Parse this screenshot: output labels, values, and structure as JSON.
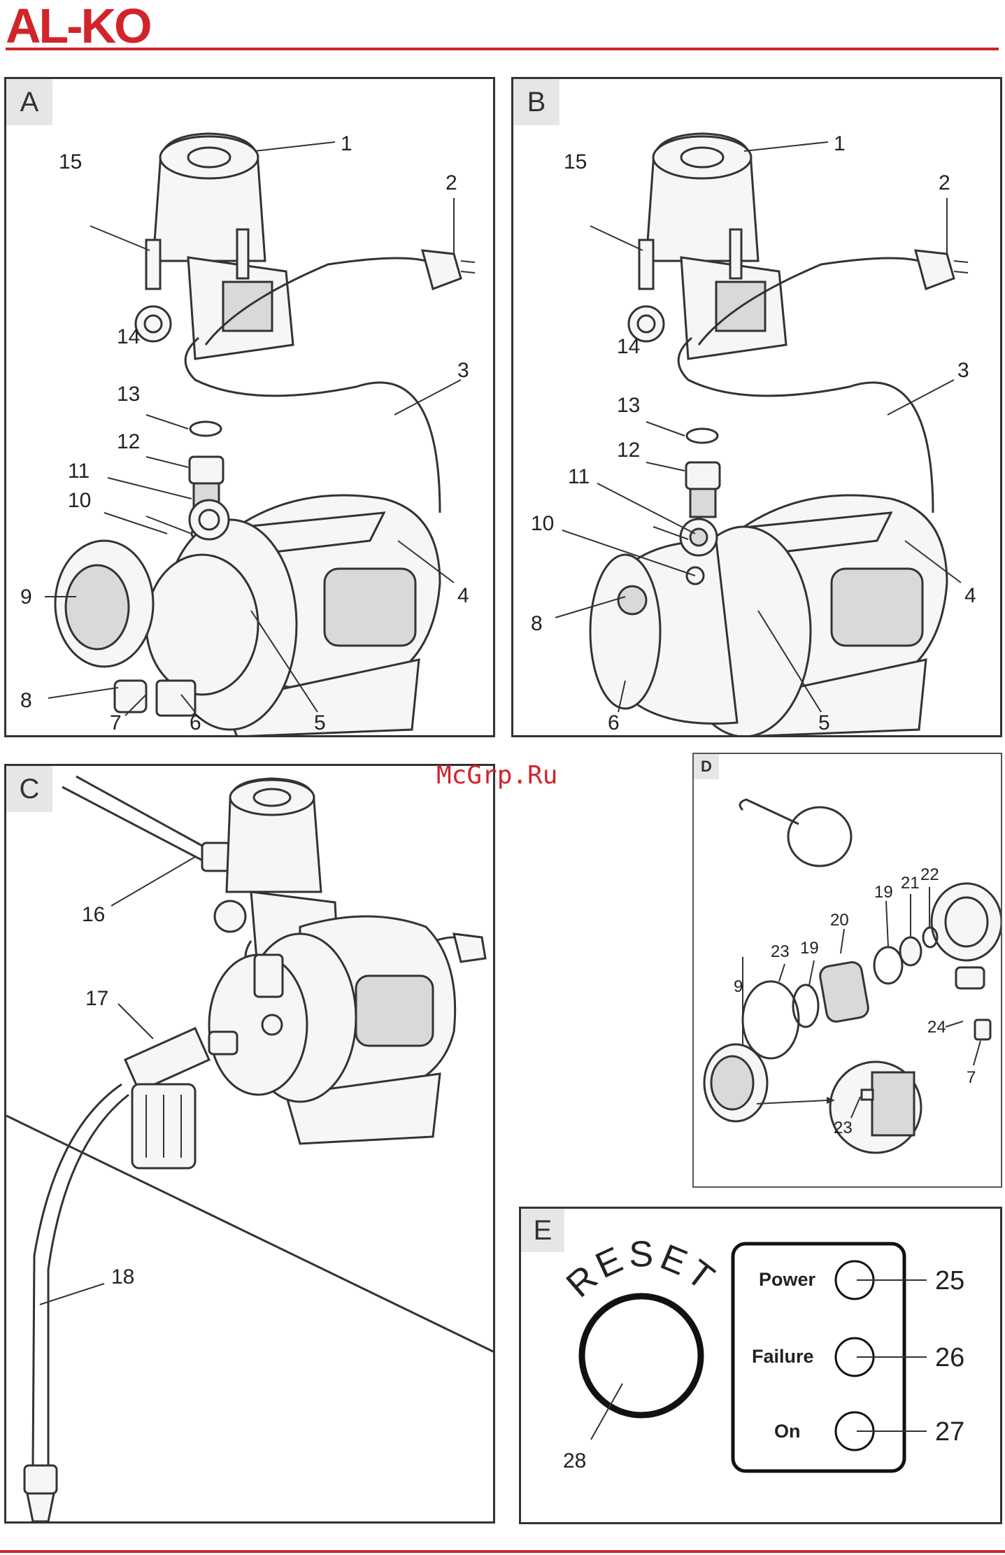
{
  "header": {
    "logo": "AL-KO"
  },
  "watermark": "McGrp.Ru",
  "panels": {
    "A": {
      "label": "A",
      "callouts": [
        "1",
        "2",
        "3",
        "4",
        "5",
        "6",
        "7",
        "8",
        "9",
        "10",
        "11",
        "12",
        "13",
        "14",
        "15"
      ]
    },
    "B": {
      "label": "B",
      "callouts": [
        "1",
        "2",
        "3",
        "4",
        "5",
        "6",
        "8",
        "10",
        "11",
        "12",
        "13",
        "14",
        "15"
      ]
    },
    "C": {
      "label": "C",
      "callouts": [
        "16",
        "17",
        "18"
      ]
    },
    "D": {
      "label": "D",
      "callouts": [
        "9",
        "23",
        "19",
        "20",
        "19",
        "21",
        "22",
        "24",
        "7",
        "23"
      ]
    },
    "E": {
      "label": "E",
      "reset": "RESET",
      "indicators": [
        "Power",
        "Failure",
        "On"
      ],
      "callouts": [
        "25",
        "26",
        "27",
        "28"
      ]
    }
  },
  "colors": {
    "brand": "#d2232a",
    "line": "#333333",
    "panel_label_bg": "#e6e6e6"
  }
}
